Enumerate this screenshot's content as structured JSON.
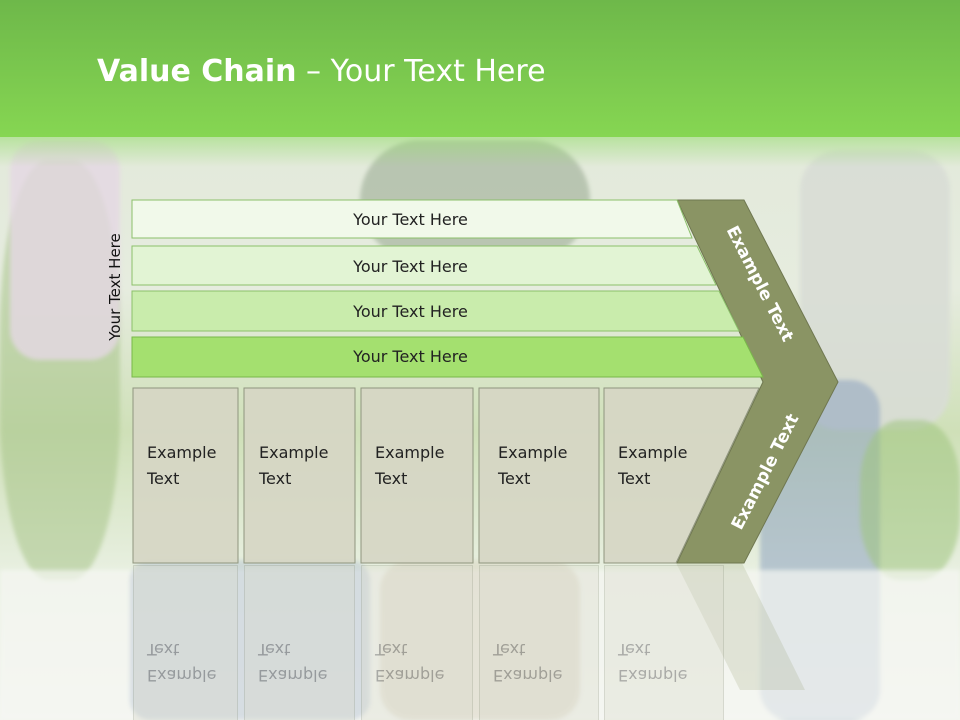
{
  "title": {
    "bold": "Value Chain",
    "rest": " – Your Text Here"
  },
  "side_label": "Your Text Here",
  "rows": [
    {
      "label": "Your Text Here",
      "fill": "#f1f9ea",
      "stroke": "#8cc06a"
    },
    {
      "label": "Your Text Here",
      "fill": "#e2f4d4",
      "stroke": "#8cc06a"
    },
    {
      "label": "Your Text Here",
      "fill": "#c9ecac",
      "stroke": "#8cc06a"
    },
    {
      "label": "Your Text Here",
      "fill": "#a4e06f",
      "stroke": "#79b84a"
    }
  ],
  "boxes": [
    {
      "line1": "Example",
      "line2": "Text"
    },
    {
      "line1": "Example",
      "line2": "Text"
    },
    {
      "line1": "Example",
      "line2": "Text"
    },
    {
      "line1": "Example",
      "line2": "Text"
    },
    {
      "line1": "Example",
      "line2": "Text"
    }
  ],
  "chevron": {
    "upper_label": "Example Text",
    "lower_label": "Example Text",
    "fill": "#8a9464"
  },
  "colors": {
    "header": "#7fcf4f",
    "box_fill": "#d6d6c4",
    "box_stroke": "#8f957e"
  }
}
